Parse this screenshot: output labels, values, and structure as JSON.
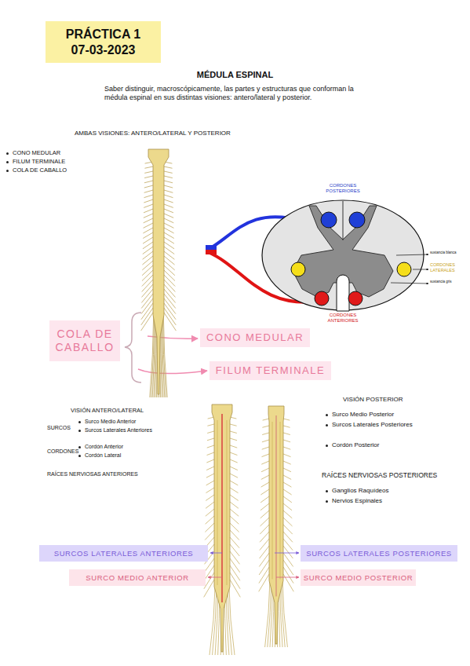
{
  "diagram": {
    "title": "MÉDULA ESPINAL",
    "nodes": [
      {
        "text": [
          "PRÁCTICA 1",
          "07-03-2023"
        ]
      },
      {
        "text": [
          "COLA DE CABALLO"
        ]
      },
      {
        "text": [
          "CONO MEDULAR"
        ]
      },
      {
        "text": [
          "FILUM TERMINALE"
        ]
      },
      {
        "text": [
          "SURCOS LATERALES ANTERIORES"
        ]
      },
      {
        "text": [
          "SURCOS LATERALES POSTERIORES"
        ]
      },
      {
        "text": [
          "SURCO MEDIO ANTERIOR"
        ]
      },
      {
        "text": [
          "SURCO MEDIO POSTERIOR"
        ]
      }
    ],
    "labels": [
      "Saber distinguir, macroscópicamente, las partes y estructuras que conforman la médula espinal en sus distintas visiones: antero/lateral y posterior.",
      "AMBAS VISIONES: ANTERO/LATERAL Y POSTERIOR",
      "CONO MEDULAR",
      "FILUM TERMINALE",
      "COLA DE CABALLO",
      "CORDONES POSTERIORES",
      "sustancia blanca",
      "CORDONES LATERALES",
      "sustancia gris",
      "CORDONES ANTERIORES",
      "VISIÓN ANTERO/LATERAL",
      "SURCOS",
      "Surco Medio Anterior",
      "Surcos Laterales Anteriores",
      "CORDONES",
      "Cordón Anterior",
      "Cordón Lateral",
      "RAÍCES NERVIOSAS ANTERIORES",
      "VISIÓN POSTERIOR",
      "Surco Medio Posterior",
      "Surcos Laterales Posteriores",
      "Cordón Posterior",
      "RAÍCES NERVIOSAS POSTERIORES",
      "Ganglios Raquídeos",
      "Nervios Espinales"
    ]
  }
}
